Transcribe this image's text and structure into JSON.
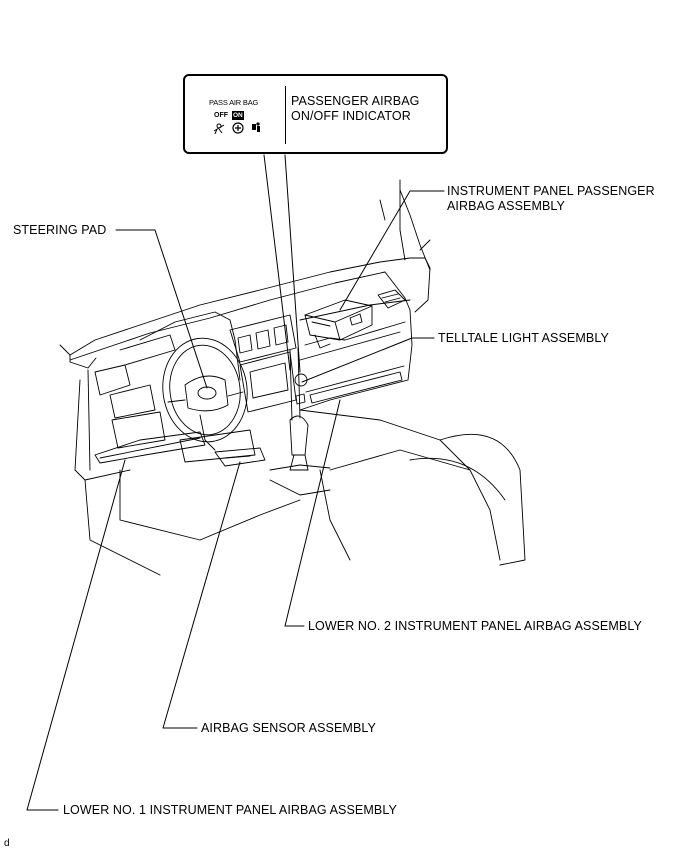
{
  "inset": {
    "pass_airbag": "PASS AIR BAG",
    "off": "OFF",
    "on": "ON",
    "icons": [
      "airbag-off-icon",
      "airbag-on-icon",
      "seat-occupant-icon"
    ]
  },
  "labels": {
    "passenger_indicator": "PASSENGER AIRBAG\nON/OFF INDICATOR",
    "ip_passenger_airbag": "INSTRUMENT PANEL PASSENGER\nAIRBAG ASSEMBLY",
    "steering_pad": "STEERING PAD",
    "telltale": "TELLTALE LIGHT ASSEMBLY",
    "lower_no2": "LOWER NO. 2 INSTRUMENT PANEL AIRBAG ASSEMBLY",
    "airbag_sensor": "AIRBAG SENSOR ASSEMBLY",
    "lower_no1": "LOWER NO. 1 INSTRUMENT PANEL AIRBAG ASSEMBLY"
  },
  "footer": "d"
}
